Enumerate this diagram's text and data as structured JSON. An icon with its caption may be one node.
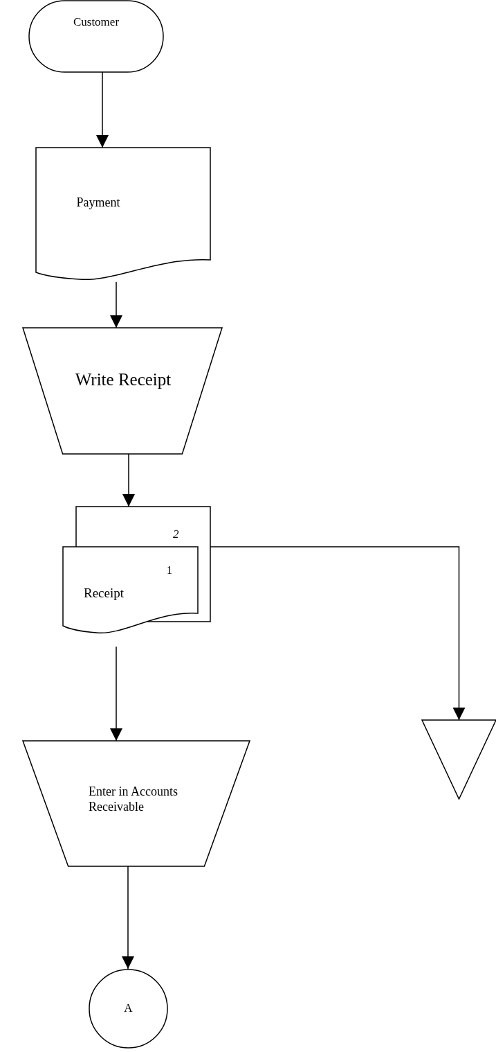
{
  "diagram": {
    "nodes": [
      {
        "text": [
          "Customer"
        ]
      },
      {
        "text": [
          "Payment"
        ]
      },
      {
        "text": [
          "Write Receipt"
        ]
      },
      {
        "text": [
          "2"
        ]
      },
      {
        "text": [
          "1",
          "Receipt"
        ]
      },
      {
        "text": [
          "Enter in Accounts Receivable"
        ]
      },
      {
        "text": [],
        "shape": "triangle"
      },
      {
        "text": [
          "A"
        ]
      }
    ],
    "edges": [
      {
        "from": 0,
        "to": 1,
        "arrow": "to"
      },
      {
        "from": 1,
        "to": 2,
        "arrow": "to"
      },
      {
        "from": 2,
        "to": 3,
        "arrow": "to"
      },
      {
        "from": 3,
        "to": 6,
        "arrow": "to"
      },
      {
        "from": 4,
        "to": 5,
        "arrow": "to"
      },
      {
        "from": 5,
        "to": 7,
        "arrow": "to"
      }
    ]
  }
}
